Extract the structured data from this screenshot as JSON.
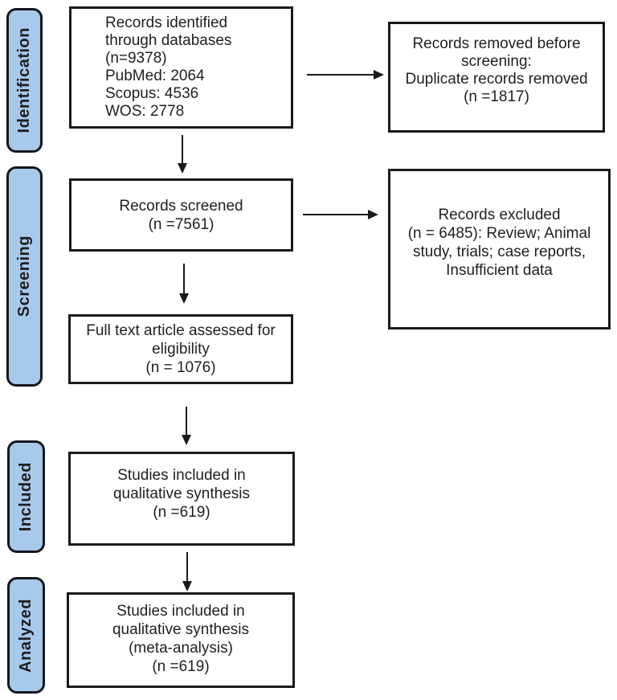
{
  "sidebar": {
    "stages": [
      {
        "label": "Identification"
      },
      {
        "label": "Screening"
      },
      {
        "label": "Included"
      },
      {
        "label": "Analyzed"
      }
    ]
  },
  "flow": {
    "identified": {
      "lines": [
        "Records identified",
        "through databases",
        "(n=9378)",
        "PubMed: 2064",
        "Scopus: 4536",
        "WOS: 2778"
      ]
    },
    "removed_before_screening": {
      "lines": [
        "Records removed before",
        "screening:",
        "Duplicate records removed",
        "(n =1817)"
      ]
    },
    "screened": {
      "lines": [
        "Records screened",
        "(n =7561)"
      ]
    },
    "excluded": {
      "lines": [
        "Records excluded",
        "(n = 6485): Review; Animal",
        "study, trials; case reports,",
        "Insufficient data"
      ]
    },
    "full_text": {
      "lines": [
        "Full text article assessed for",
        "eligibility",
        "(n = 1076)"
      ]
    },
    "qualitative": {
      "lines": [
        "Studies included in",
        "qualitative synthesis",
        "(n =619)"
      ]
    },
    "meta_analysis": {
      "lines": [
        "Studies included in",
        "qualitative synthesis",
        "(meta-analysis)",
        "(n =619)"
      ]
    }
  },
  "colors": {
    "stage_fill": "#a6c9ec",
    "stage_border": "#16161e",
    "box_border": "#1a1a1a",
    "arrow": "#1a1a1a",
    "text": "#1f1f1f"
  }
}
